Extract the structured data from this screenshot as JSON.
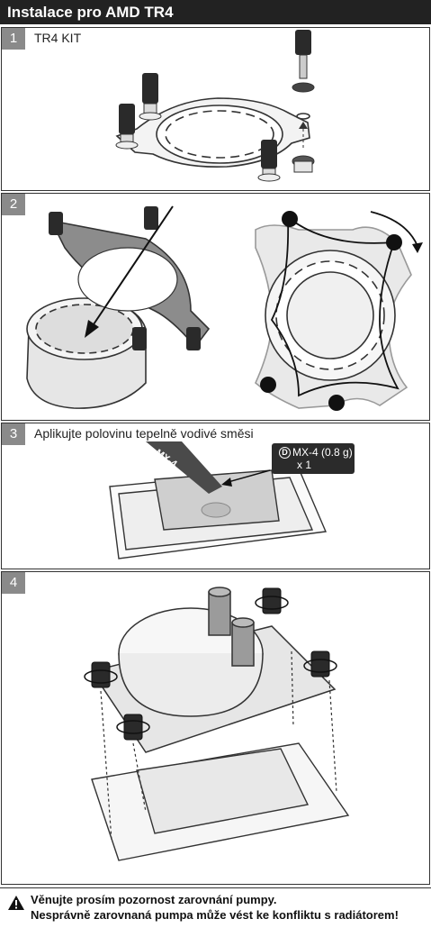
{
  "header": {
    "title": "Instalace pro AMD TR4"
  },
  "steps": [
    {
      "number": "1",
      "text": "TR4 KIT"
    },
    {
      "number": "2",
      "text": ""
    },
    {
      "number": "3",
      "text": "Aplikujte polovinu tepelně vodivé směsi"
    },
    {
      "number": "4",
      "text": ""
    }
  ],
  "callout": {
    "badge": "D",
    "product": "MX-4 (0.8 g)",
    "quantity": "x 1"
  },
  "tube_label": "MX-4",
  "warning": {
    "icon": "warning-triangle-icon",
    "line1": "Věnujte prosím pozornost zarovnání pumpy.",
    "line2": "Nesprávně zarovnaná pumpa může vést ke konfliktu s radiátorem!"
  }
}
